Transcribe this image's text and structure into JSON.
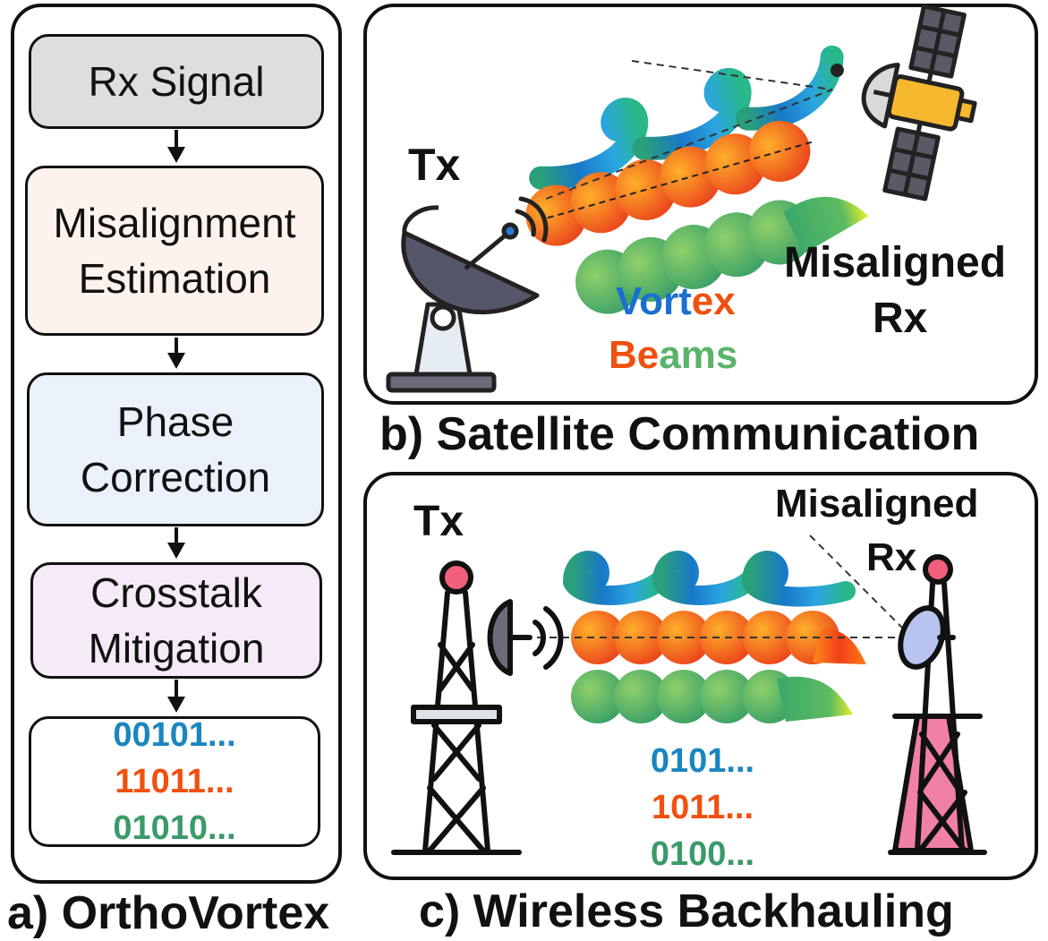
{
  "panel_a": {
    "caption": "a) OrthoVortex",
    "steps": [
      "Rx Signal",
      "Misalignment",
      "Estimation",
      "Phase",
      "Correction",
      "Crosstalk",
      "Mitigation"
    ],
    "bits": [
      "00101...",
      "11011...",
      "01010..."
    ]
  },
  "panel_b": {
    "caption": "b) Satellite Communication",
    "tx_label": "Tx",
    "rx_label_1": "Misaligned",
    "rx_label_2": "Rx",
    "beam_word_1": [
      "Vort",
      "ex"
    ],
    "beam_word_2": [
      "Be",
      "ams"
    ]
  },
  "panel_c": {
    "caption": "c) Wireless Backhauling",
    "tx_label": "Tx",
    "rx_label_1": "Misaligned",
    "rx_label_2": "Rx",
    "bits": [
      "0101...",
      "1011...",
      "0100..."
    ]
  },
  "colors": {
    "blue": "#1a86c0",
    "orange": "#f0500f",
    "green": "#3a9a6a"
  }
}
